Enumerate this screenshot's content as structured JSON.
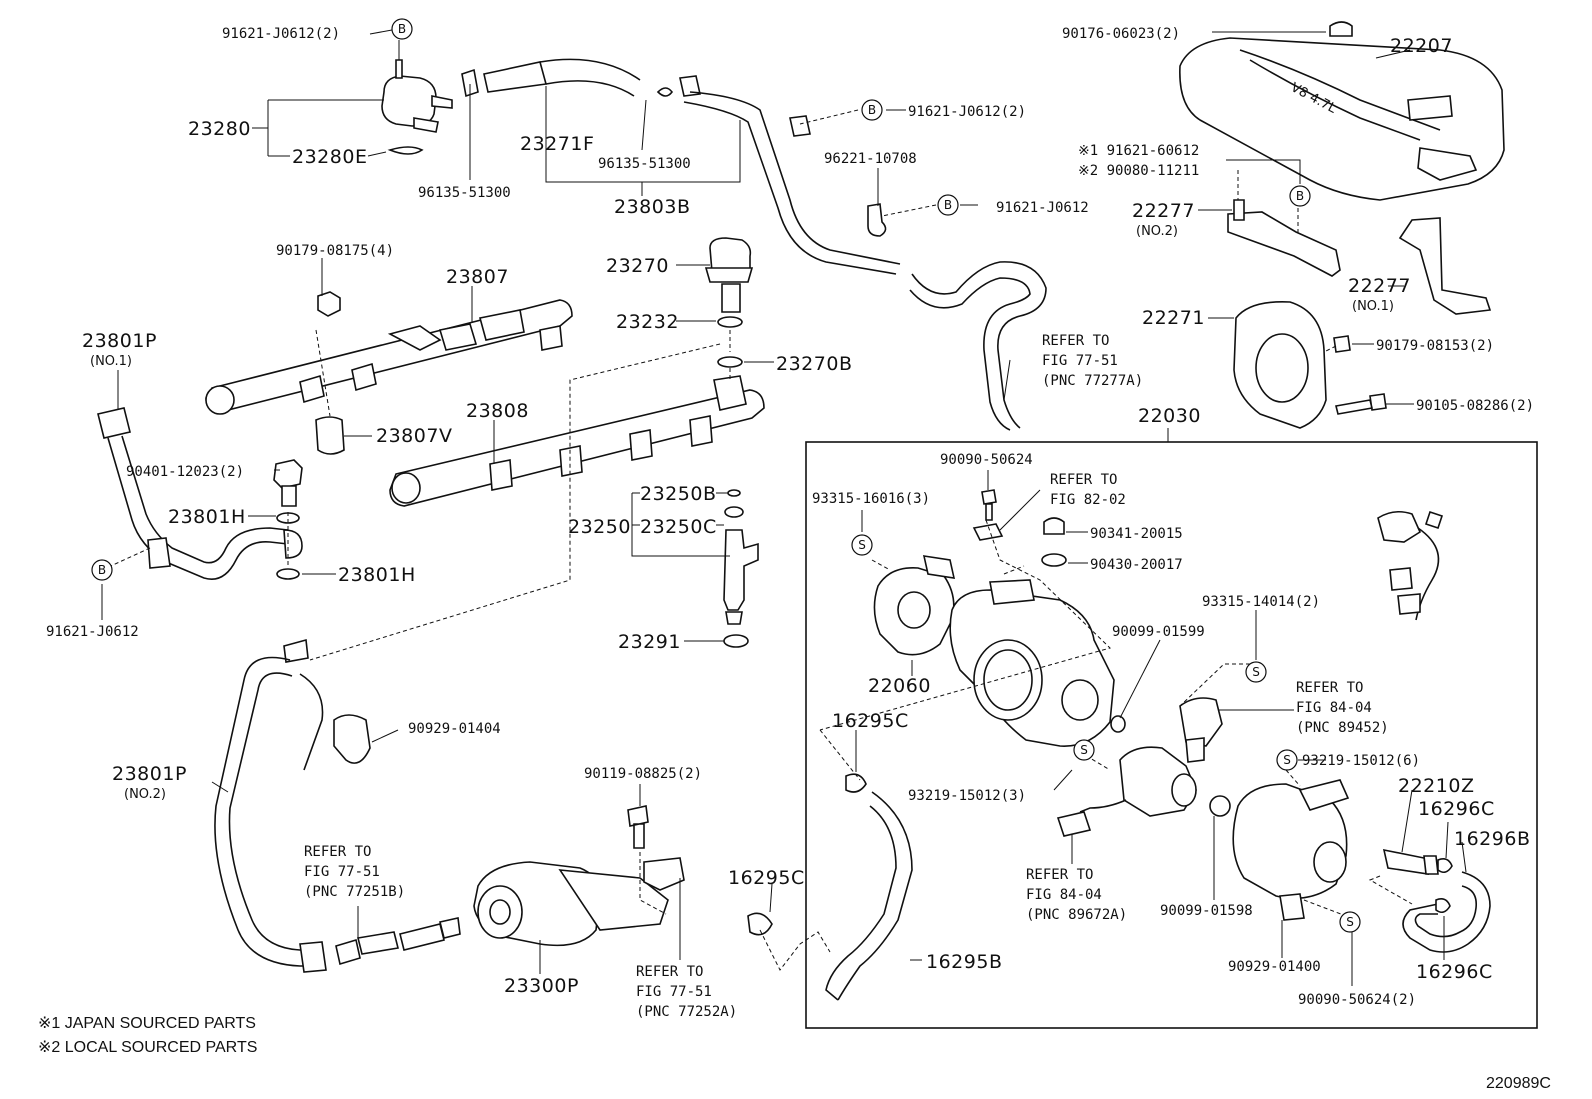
{
  "labels": {
    "p_91621_J0612_2_top": "91621-J0612(2)",
    "p_23280": "23280",
    "p_23280E": "23280E",
    "p_96135_51300_a": "96135-51300",
    "p_23271F": "23271F",
    "p_96135_51300_b": "96135-51300",
    "p_23803B": "23803B",
    "p_91621_J0612_2_mid": "91621-J0612(2)",
    "p_96221_10708": "96221-10708",
    "p_91621_J0612_mid2": "91621-J0612",
    "p_90176_06023": "90176-06023(2)",
    "p_22207": "22207",
    "p_91621_60612": "※1 91621-60612",
    "p_90080_11211": "※2 90080-11211",
    "p_22277_no2": "22277",
    "p_no2_a": "(NO.2)",
    "p_22277_no1": "22277",
    "p_no1_a": "(NO.1)",
    "p_90179_08175": "90179-08175(4)",
    "p_23807": "23807",
    "p_23270": "23270",
    "p_23232": "23232",
    "p_23270B": "23270B",
    "p_23807V": "23807V",
    "p_23808": "23808",
    "p_23801P_no1": "23801P",
    "p_no1_b": "(NO.1)",
    "p_90401_12023": "90401-12023(2)",
    "p_23801H_a": "23801H",
    "p_23801H_b": "23801H",
    "p_91621_J0612_left": "91621-J0612",
    "p_23250B": "23250B",
    "p_23250": "23250",
    "p_23250C": "23250C",
    "p_23291": "23291",
    "p_refer_7751_a_1": "REFER TO",
    "p_refer_7751_a_2": "FIG 77-51",
    "p_refer_7751_a_3": "(PNC 77277A)",
    "p_22271": "22271",
    "p_90179_08153": "90179-08153(2)",
    "p_90105_08286": "90105-08286(2)",
    "p_22030": "22030",
    "p_90090_50624": "90090-50624",
    "p_refer_8202_1": "REFER TO",
    "p_refer_8202_2": "FIG 82-02",
    "p_93315_16016": "93315-16016(3)",
    "p_90341_20015": "90341-20015",
    "p_90430_20017": "90430-20017",
    "p_93315_14014": "93315-14014(2)",
    "p_90099_01599": "90099-01599",
    "p_22060": "22060",
    "p_16295C_a": "16295C",
    "p_refer_8404_a_1": "REFER TO",
    "p_refer_8404_a_2": "FIG 84-04",
    "p_refer_8404_a_3": "(PNC 89452)",
    "p_93219_15012_6": "93219-15012(6)",
    "p_93219_15012_3": "93219-15012(3)",
    "p_22210Z": "22210Z",
    "p_16296C_a": "16296C",
    "p_16296B": "16296B",
    "p_refer_8404_b_1": "REFER TO",
    "p_refer_8404_b_2": "FIG 84-04",
    "p_refer_8404_b_3": "(PNC 89672A)",
    "p_90099_01598": "90099-01598",
    "p_90929_01404": "90929-01404",
    "p_23801P_no2": "23801P",
    "p_no2_b": "(NO.2)",
    "p_90119_08825": "90119-08825(2)",
    "p_refer_7751_b_1": "REFER TO",
    "p_refer_7751_b_2": "FIG 77-51",
    "p_refer_7751_b_3": "(PNC 77251B)",
    "p_16295C_b": "16295C",
    "p_16295B": "16295B",
    "p_90929_01400": "90929-01400",
    "p_16296C_b": "16296C",
    "p_90090_50624_2": "90090-50624(2)",
    "p_23300P": "23300P",
    "p_refer_7751_c_1": "REFER TO",
    "p_refer_7751_c_2": "FIG 77-51",
    "p_refer_7751_c_3": "(PNC 77252A)"
  },
  "markers": {
    "b": "B",
    "s": "S"
  },
  "cover_text": "V8 4.7L",
  "notes": {
    "japan": "※1 JAPAN SOURCED PARTS",
    "local": "※2 LOCAL SOURCED PARTS"
  },
  "drawing_number": "220989C"
}
